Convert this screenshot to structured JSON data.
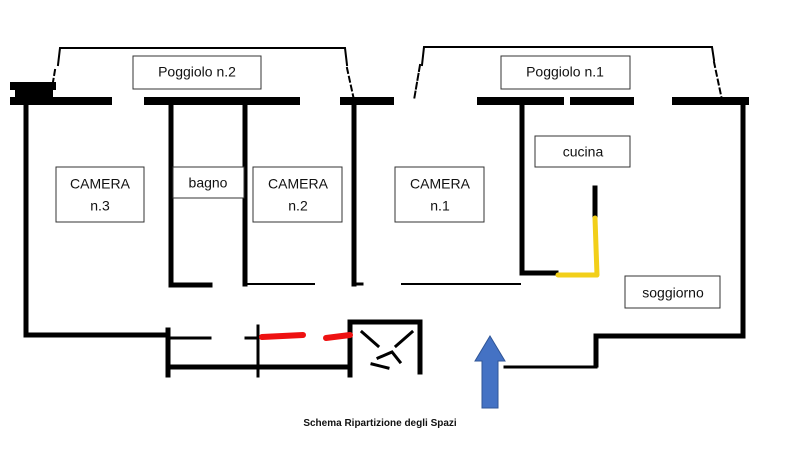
{
  "plan": {
    "caption": "Schema Ripartizione degli Spazi",
    "rooms": [
      {
        "id": "poggiolo-2",
        "lines": [
          "Poggiolo n.2"
        ]
      },
      {
        "id": "poggiolo-1",
        "lines": [
          "Poggiolo n.1"
        ]
      },
      {
        "id": "camera-3",
        "lines": [
          "CAMERA",
          "n.3"
        ]
      },
      {
        "id": "bagno",
        "lines": [
          "bagno"
        ]
      },
      {
        "id": "camera-2",
        "lines": [
          "CAMERA",
          "n.2"
        ]
      },
      {
        "id": "camera-1",
        "lines": [
          "CAMERA",
          "n.1"
        ]
      },
      {
        "id": "cucina",
        "lines": [
          "cucina"
        ]
      },
      {
        "id": "soggiorno",
        "lines": [
          "soggiorno"
        ]
      }
    ],
    "entrance_arrow": {
      "icon": "arrow-up-icon",
      "color": "#4472c4"
    },
    "colors": {
      "wall": "#000000",
      "highlight_yellow": "#f2cf1a",
      "highlight_red": "#ee1111",
      "label_border": "#333333"
    }
  }
}
